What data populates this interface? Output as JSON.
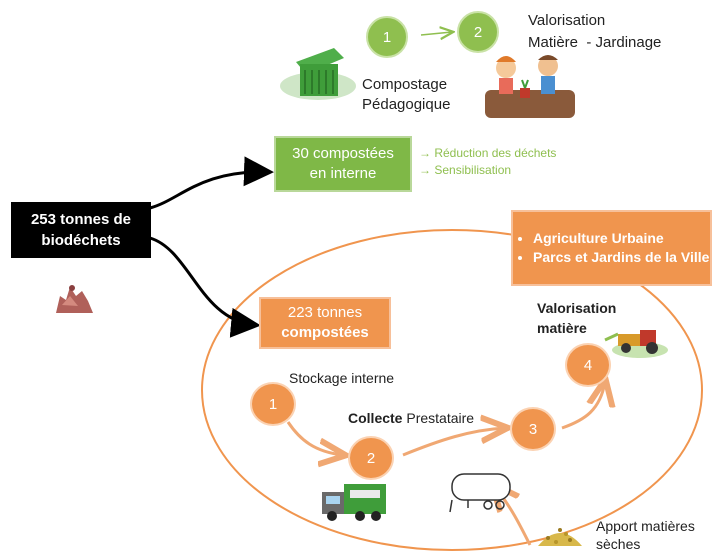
{
  "source": {
    "label_line1": "253 tonnes de",
    "label_line2": "biodéchets"
  },
  "internal_branch": {
    "box_line1": "30 compostées",
    "box_line2": "en interne",
    "benefits": [
      "Réduction des déchets",
      "Sensibilisation"
    ],
    "step1_number": "1",
    "step2_number": "2",
    "pedagogique_line1": "Compostage",
    "pedagogique_line2": "Pédagogique",
    "valorisation_line1": "Valorisation",
    "valorisation_line2": "Matière  - Jardinage"
  },
  "external_branch": {
    "box_line1": "223 tonnes",
    "box_line2": "compostées",
    "outlets": [
      "Agriculture Urbaine",
      "Parcs et Jardins de la Ville"
    ],
    "steps": [
      {
        "number": "1",
        "label": "Stockage interne"
      },
      {
        "number": "2",
        "label_bold": "Collecte",
        "label_rest": " Prestataire"
      },
      {
        "number": "3"
      },
      {
        "number": "4",
        "label_line1": "Valorisation",
        "label_line2": "matière"
      }
    ],
    "apport_line1": "Apport matières",
    "apport_line2": "sèches"
  },
  "colors": {
    "green": "#8fbf4f",
    "orange": "#f0954e",
    "black": "#000000"
  },
  "icons": [
    "compost-bin-icon",
    "gardening-kids-icon",
    "biowaste-pile-icon",
    "garbage-truck-icon",
    "tanker-trailer-icon",
    "dry-matter-pile-icon",
    "tractor-icon"
  ]
}
